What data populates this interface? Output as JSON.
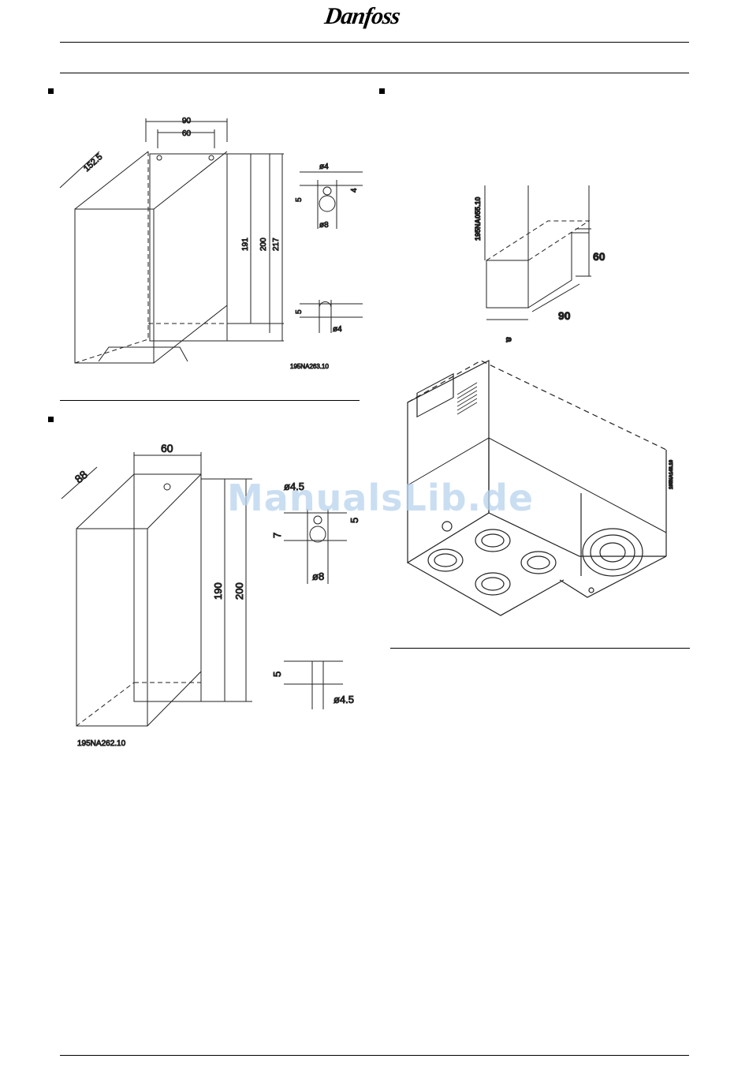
{
  "header": {
    "brand": "Danfoss"
  },
  "watermark": "ManualsLib.de",
  "figure_top_left": {
    "dims": {
      "width_top": "90",
      "hole_pitch": "60",
      "depth": "152.5",
      "h1": "191",
      "h2": "200",
      "h3": "217"
    },
    "detail_top": {
      "hole": "ø4",
      "h": "5",
      "offset": "4",
      "slot": "ø8"
    },
    "detail_bottom": {
      "h": "5",
      "slot": "ø4"
    },
    "code": "195NA263.10"
  },
  "figure_bottom_left": {
    "dims": {
      "width_top": "60",
      "depth": "88",
      "h1": "190",
      "h2": "200"
    },
    "detail_top": {
      "hole": "ø4.5",
      "h": "7",
      "offset": "5",
      "slot": "ø8"
    },
    "detail_bottom": {
      "h": "5",
      "slot": "ø4.5"
    },
    "code": "195NA262.10"
  },
  "figure_top_right": {
    "dims": {
      "height": "60",
      "depth": "90",
      "side": "a"
    },
    "code": "195NA055.10"
  },
  "figure_bottom_right": {
    "code": "195NA148.10"
  }
}
